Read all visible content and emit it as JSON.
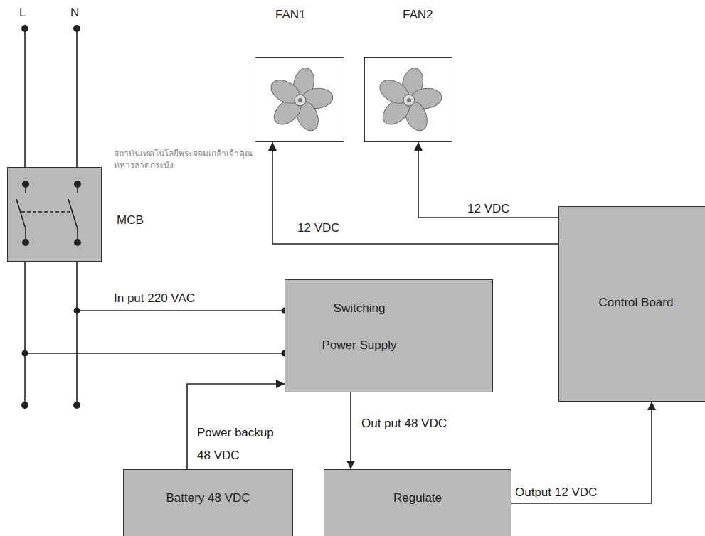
{
  "diagram": {
    "nodes": [
      {
        "text": [
          "FAN1"
        ]
      },
      {
        "text": [
          "FAN2"
        ]
      },
      {
        "text": [
          "MCB"
        ]
      },
      {
        "text": [
          "Control Board"
        ]
      },
      {
        "text": [
          "Switching Power Supply"
        ]
      },
      {
        "text": [
          "Battery 48 VDC"
        ]
      },
      {
        "text": [
          "Regulate"
        ]
      }
    ],
    "edges": [
      {
        "from": 3,
        "to": 0,
        "arrow": "to",
        "label": "12 VDC"
      },
      {
        "from": 3,
        "to": 1,
        "arrow": "to",
        "label": "12 VDC"
      },
      {
        "from": 4,
        "to": 6,
        "arrow": "to",
        "label": "Out put 48 VDC"
      },
      {
        "from": 6,
        "to": 3,
        "arrow": "to",
        "label": "Output 12 VDC"
      },
      {
        "from": 5,
        "to": 4,
        "arrow": "to",
        "label": "Power backup 48 VDC"
      }
    ],
    "labels": [
      "L",
      "N",
      "In put 220 VAC",
      "สถาบันเทคโนโลยีพระจอมเกล้าเจ้าคุณทหารลาดกระบัง"
    ]
  }
}
